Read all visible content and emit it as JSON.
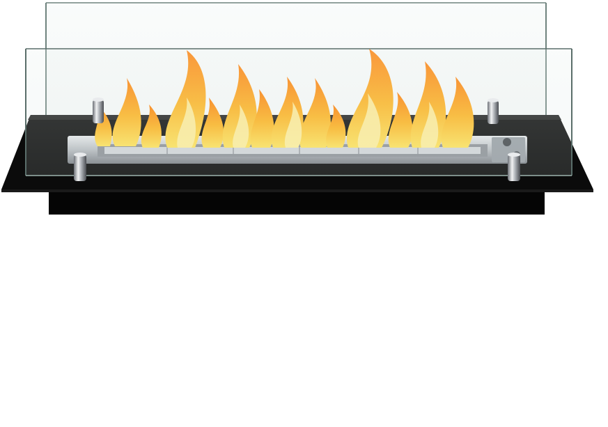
{
  "scene": {
    "subject": "tabletop-bioethanol-fireplace",
    "colors": {
      "background": "#ffffff",
      "base": "#0b0b0b",
      "glass_edge": "#5a6e6a",
      "steel": "#c9cdd1",
      "flame_outer": "#ff8a00",
      "flame_inner": "#ffd23a"
    },
    "flame_count": 14,
    "post_count": 4
  }
}
